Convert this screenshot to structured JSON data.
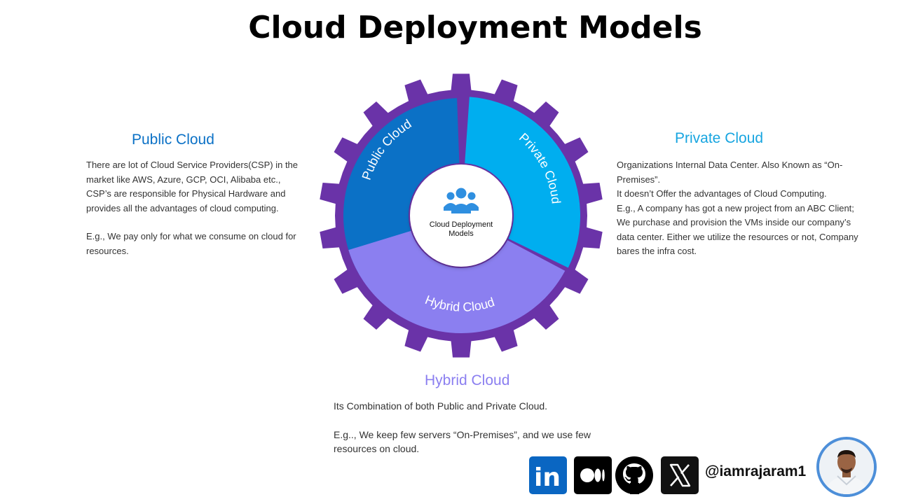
{
  "title": "Cloud Deployment Models",
  "colors": {
    "public": "#0b71c6",
    "private": "#00aeef",
    "hybrid": "#8b7ff0",
    "gear": "#6a33a8"
  },
  "center": {
    "icon": "people-group-icon",
    "line1": "Cloud Deployment",
    "line2": "Models"
  },
  "segments": {
    "public": "Public Cloud",
    "private": "Private Cloud",
    "hybrid": "Hybrid Cloud"
  },
  "public_section": {
    "heading": "Public Cloud",
    "lines": [
      "There are lot of Cloud Service Providers(CSP) in the",
      "market like AWS, Azure, GCP, OCI, Alibaba etc.,",
      "CSP’s are responsible for Physical Hardware and",
      "provides all the advantages of cloud computing."
    ],
    "example_lines": [
      "E.g., We pay only for what we consume on cloud for",
      "resources."
    ]
  },
  "private_section": {
    "heading": "Private Cloud",
    "lines": [
      "Organizations Internal Data Center. Also Known as “On-",
      "Premises”.",
      "It doesn’t Offer  the advantages of Cloud Computing.",
      "E.g., A company has got a new project from an ABC Client;",
      "We purchase and provision the VMs inside our company’s",
      "data center. Either we utilize the resources or not, Company",
      "bares the infra cost."
    ]
  },
  "hybrid_section": {
    "heading": "Hybrid Cloud",
    "lines": [
      "Its Combination of both Public and Private Cloud."
    ],
    "example_lines": [
      "E.g.., We keep few servers “On-Premises”, and we use few",
      "resources on cloud."
    ]
  },
  "social": {
    "icons": [
      "linkedin-icon",
      "medium-icon",
      "github-icon",
      "x-icon"
    ],
    "linkedin_text": "in",
    "handle": "@iamrajaram1"
  }
}
